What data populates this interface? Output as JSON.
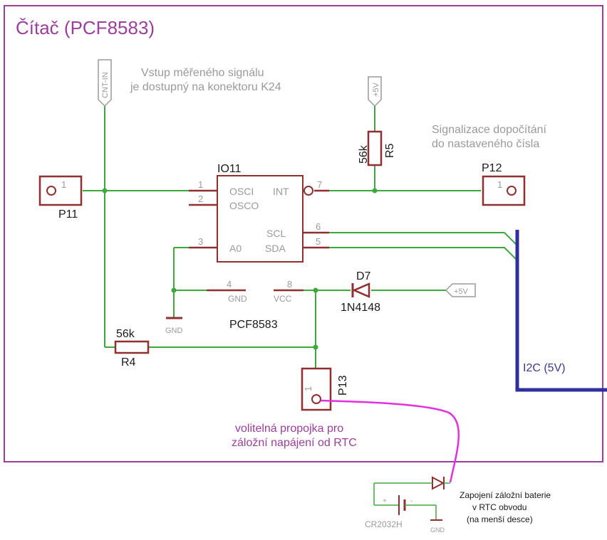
{
  "frame": {
    "title": "Čítač (PCF8583)"
  },
  "notes": {
    "input_line1": "Vstup měřeného signálu",
    "input_line2": "je dostupný na konektoru K24",
    "signal_line1": "Signalizace dopočítání",
    "signal_line2": "do nastaveného čísla",
    "jumper_line1": "volitelná propojka pro",
    "jumper_line2": "záložní napájení od RTC",
    "battery_line1": "Zapojení záložní baterie",
    "battery_line2": "v RTC obvodu",
    "battery_line3": "(na menší desce)"
  },
  "labels": {
    "cnt_in": "CNT-IN",
    "vcc_r5": "+5V",
    "vcc_d7": "+5V",
    "gnd_main": "GND",
    "gnd_pin": "GND",
    "vcc_pin": "VCC",
    "gnd_batt": "GND",
    "bus": "I2C (5V)",
    "batt_plus": "+",
    "batt_minus": "-"
  },
  "ic": {
    "ref": "IO11",
    "value": "PCF8583",
    "pins": {
      "osci": "OSCI",
      "osco": "OSCO",
      "a0": "A0",
      "int": "INT",
      "scl": "SCL",
      "sda": "SDA"
    },
    "pin_numbers": {
      "p1": "1",
      "p2": "2",
      "p3": "3",
      "p4": "4",
      "p5": "5",
      "p6": "6",
      "p7": "7",
      "p8": "8"
    }
  },
  "parts": {
    "p11": {
      "ref": "P11",
      "pin": "1"
    },
    "p12": {
      "ref": "P12",
      "pin": "1"
    },
    "p13": {
      "ref": "P13",
      "pin": "1"
    },
    "r4": {
      "ref": "R4",
      "value": "56k"
    },
    "r5": {
      "ref": "R5",
      "value": "56k"
    },
    "d7": {
      "ref": "D7",
      "value": "1N4148"
    },
    "battery": {
      "value": "CR2032H"
    }
  }
}
